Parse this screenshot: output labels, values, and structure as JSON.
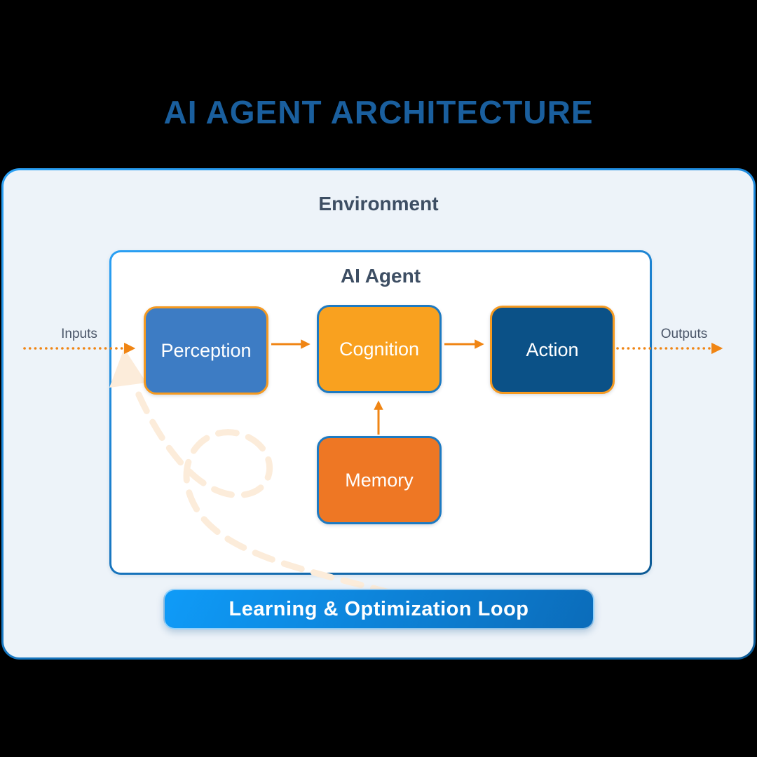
{
  "title": "AI AGENT ARCHITECTURE",
  "environment": {
    "label": "Environment"
  },
  "agent": {
    "label": "AI Agent"
  },
  "nodes": [
    {
      "id": "perception",
      "label": "Perception",
      "fill": "#3d7cc4",
      "border": "#f59a21"
    },
    {
      "id": "cognition",
      "label": "Cognition",
      "fill": "#f9a11f",
      "border": "#1d7ac2"
    },
    {
      "id": "action",
      "label": "Action",
      "fill": "#0b5187",
      "border": "#f59a21"
    },
    {
      "id": "memory",
      "label": "Memory",
      "fill": "#ee7724",
      "border": "#1d7ac2"
    }
  ],
  "io_labels": {
    "input": "Inputs",
    "output": "Outputs"
  },
  "loop_button": {
    "label": "Learning & Optimization Loop",
    "gradient_from": "#0f9bf8",
    "gradient_to": "#0b6cba"
  },
  "colors": {
    "title_text": "#1a5f9e",
    "heading_text": "#3d4e63",
    "io_text": "#4a5568",
    "arrow_orange": "#f08514",
    "loop_sketch": "#fcecda",
    "environment_fill": "#edf3f9",
    "border_blue_light": "#2aa0f4",
    "border_blue_dark": "#0d5a95",
    "background": "#000000"
  }
}
